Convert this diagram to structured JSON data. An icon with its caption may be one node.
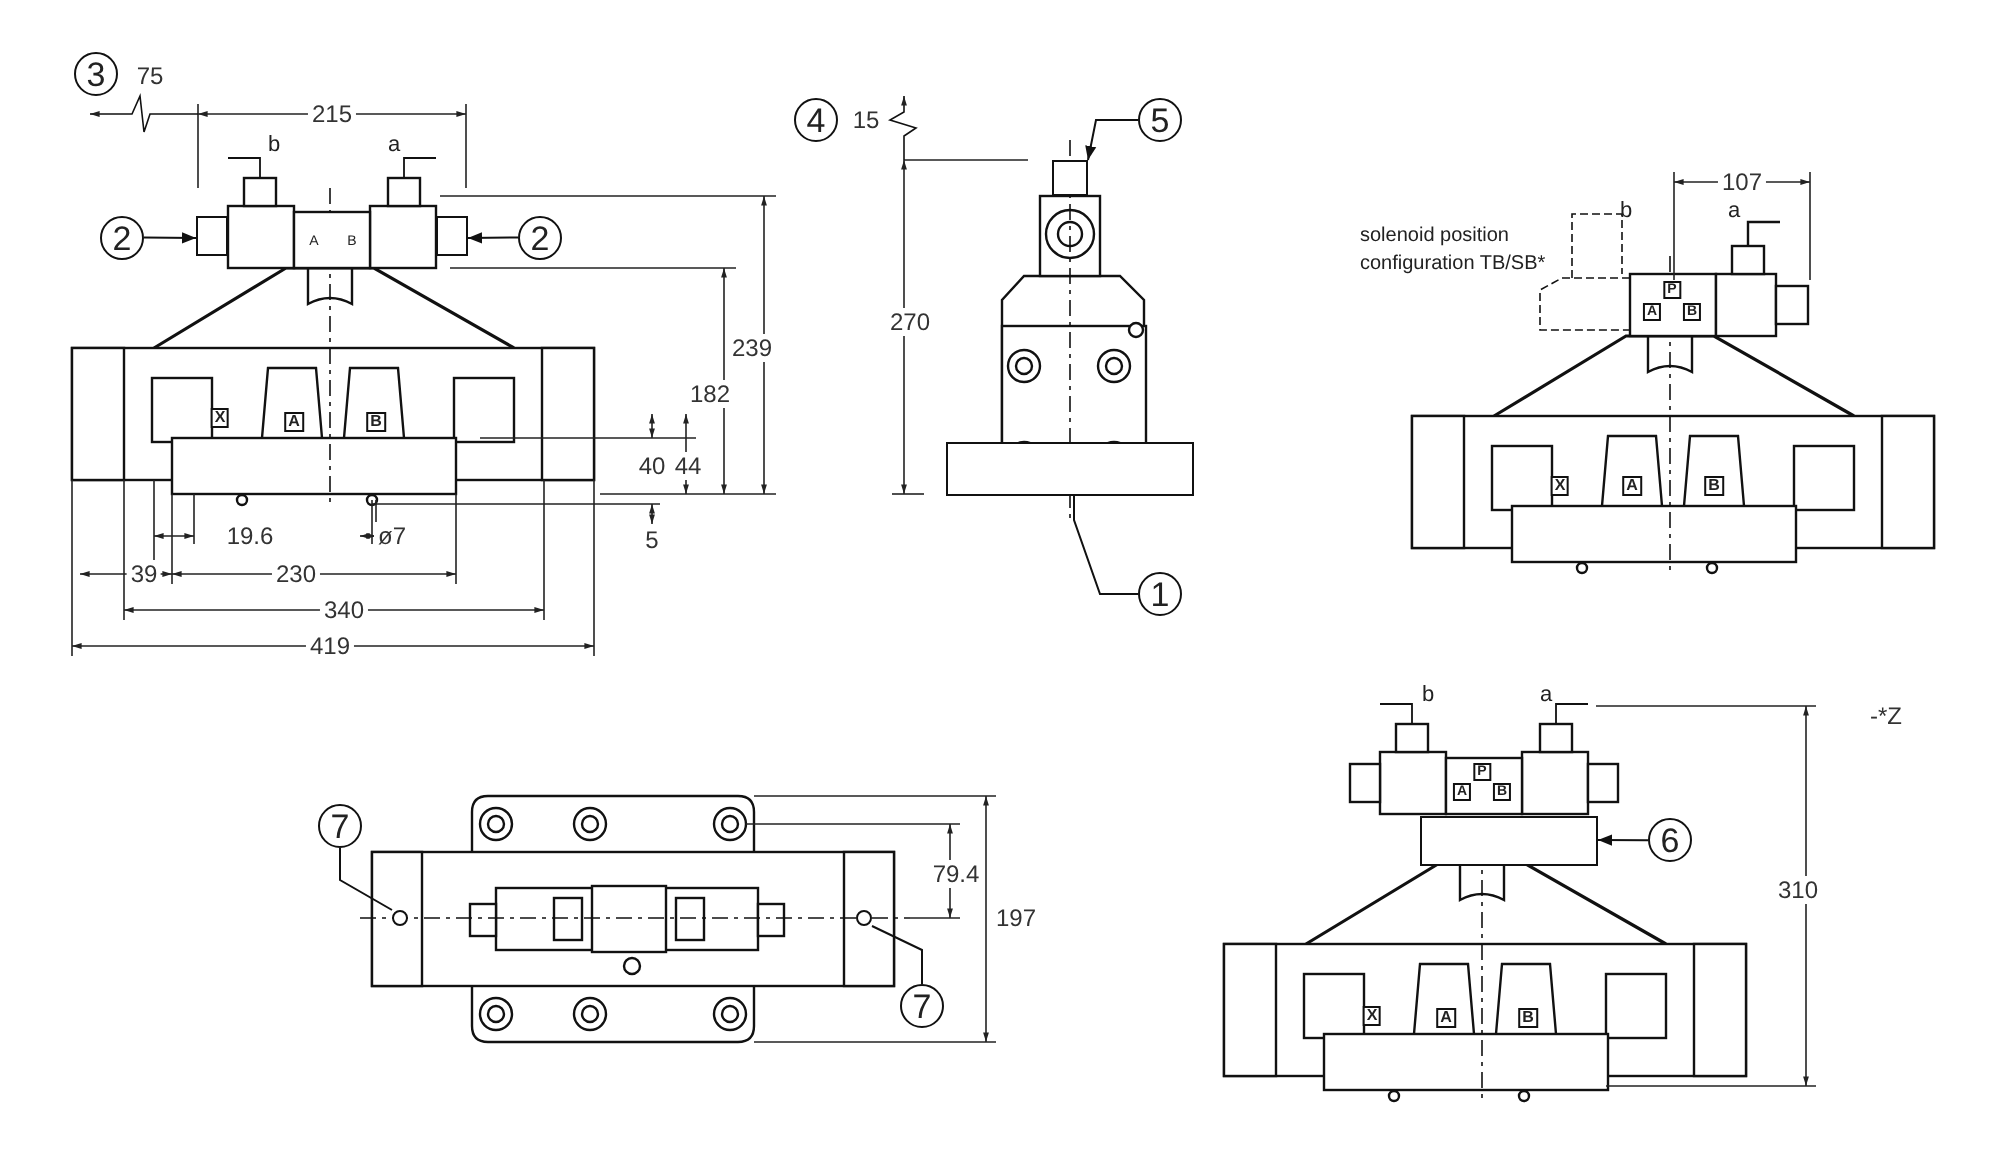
{
  "diagram": {
    "nodes": [
      {
        "text": [
          "3"
        ]
      },
      {
        "text": [
          "2"
        ]
      },
      {
        "text": [],
        "shape": "box"
      },
      {
        "text": [
          "2"
        ]
      },
      {
        "text": [],
        "shape": "box"
      },
      {
        "text": [
          "4"
        ]
      },
      {
        "text": [
          "5"
        ]
      },
      {
        "text": [],
        "shape": "box"
      },
      {
        "text": [
          "1"
        ]
      },
      {
        "text": [],
        "shape": "box"
      },
      {
        "text": [
          "7"
        ]
      },
      {
        "text": [],
        "shape": "circle"
      },
      {
        "text": [
          "7"
        ]
      },
      {
        "text": [],
        "shape": "circle"
      },
      {
        "text": [
          "6"
        ]
      },
      {
        "text": [],
        "shape": "box"
      }
    ],
    "edges": [
      {
        "from": 1,
        "to": 2,
        "arrow": "to"
      },
      {
        "from": 3,
        "to": 4,
        "arrow": "to"
      },
      {
        "from": 6,
        "to": 7,
        "arrow": "to"
      },
      {
        "from": 8,
        "to": 9,
        "arrow": "none"
      },
      {
        "from": 10,
        "to": 11,
        "arrow": "none"
      },
      {
        "from": 12,
        "to": 13,
        "arrow": "none"
      },
      {
        "from": 14,
        "to": 15,
        "arrow": "to"
      }
    ],
    "labels": [
      "75",
      "215",
      "b",
      "a",
      "A",
      "B",
      "X",
      "A",
      "B",
      "239",
      "182",
      "40",
      "44",
      "19.6",
      "ø7",
      "5",
      "39",
      "230",
      "340",
      "419",
      "15",
      "270",
      "107",
      "b",
      "a",
      "solenoid position configuration TB/SB*",
      "P",
      "A",
      "B",
      "X",
      "A",
      "B",
      "79.4",
      "197",
      "b",
      "a",
      "P",
      "A",
      "B",
      "X",
      "A",
      "B",
      "310",
      "-*Z"
    ]
  }
}
